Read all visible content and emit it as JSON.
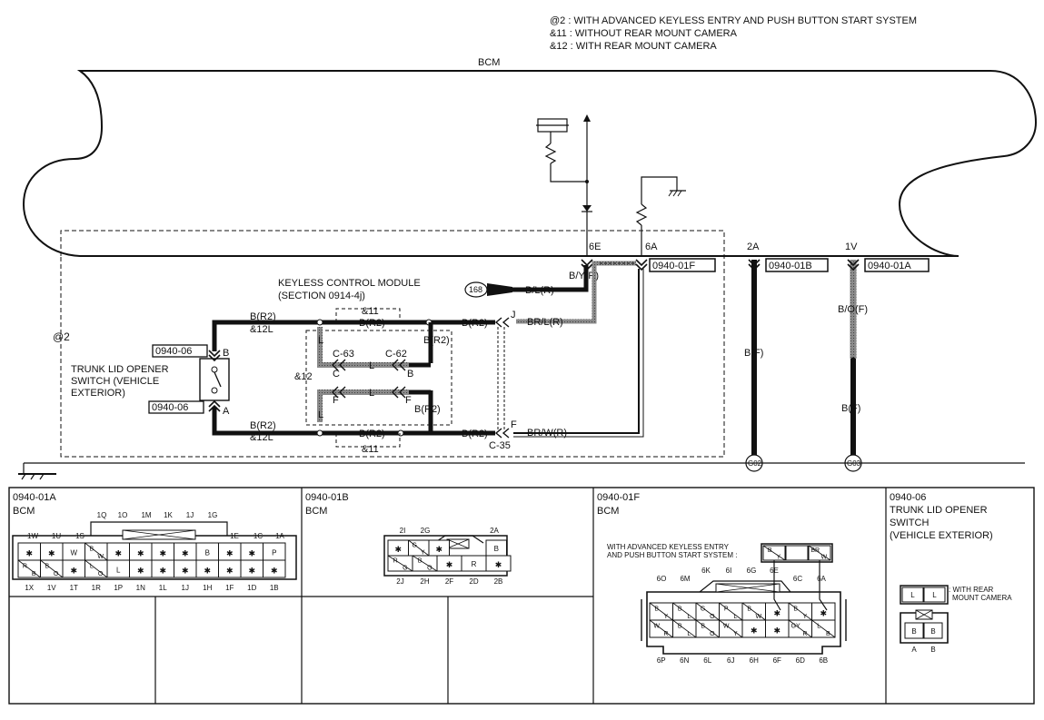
{
  "notes": {
    "n1": "@2 : WITH ADVANCED KEYLESS ENTRY AND PUSH BUTTON START SYSTEM",
    "n2": "&11 : WITHOUT REAR MOUNT CAMERA",
    "n3": "&12 : WITH REAR MOUNT CAMERA"
  },
  "bcm_label": "BCM",
  "pins": {
    "p6e": "6E",
    "p6a": "6A",
    "p2a": "2A",
    "p1v": "1V"
  },
  "conn_tags": {
    "c01f": "0940-01F",
    "c01b": "0940-01B",
    "c01a": "0940-01A",
    "c06a": "0940-06",
    "c06b": "0940-06"
  },
  "wires": {
    "by_r": "B/Y(R)",
    "bl_r": "B/L(R)",
    "brl_r": "BR/L(R)",
    "brw_r": "BR/W(R)",
    "br2": "B(R2)",
    "amp12l": "&12L",
    "amp11": "&11",
    "amp12": "&12",
    "bf": "B(F)",
    "bof": "B/O(F)",
    "L": "L",
    "C": "C",
    "F": "F",
    "B": "B",
    "J": "J",
    "A": "A"
  },
  "module": {
    "line1": "KEYLESS CONTROL MODULE",
    "line2": "(SECTION 0914-4j)",
    "ref": "168"
  },
  "jc": {
    "c63": "C-63",
    "c62": "C-62",
    "c35": "C-35"
  },
  "switch": {
    "line1": "TRUNK LID OPENER",
    "line2": "SWITCH (VEHICLE",
    "line3": "EXTERIOR)"
  },
  "at2": "@2",
  "grounds": {
    "g02": "G02",
    "g03": "G03"
  },
  "panels": {
    "p1": {
      "id": "0940-01A",
      "name": "BCM",
      "top_pins": [
        "1Q",
        "1O",
        "1M",
        "1K",
        "1J",
        "1G"
      ],
      "side_pins": [
        "1W",
        "1U",
        "1S",
        "1E",
        "1C",
        "1A"
      ],
      "bottom_pins": [
        "1X",
        "1V",
        "1T",
        "1R",
        "1P",
        "1N",
        "1L",
        "1J",
        "1H",
        "1F",
        "1D",
        "1B"
      ],
      "row1": [
        "*",
        "*",
        "W",
        "B/W",
        "*",
        "*",
        "*",
        "*",
        "B",
        "*",
        "*",
        "P"
      ],
      "row2": [
        "R/B",
        "B/O",
        "*",
        "L/O",
        "L",
        "*",
        "*",
        "*",
        "*",
        "*",
        "*",
        "*"
      ]
    },
    "p2": {
      "id": "0940-01B",
      "name": "BCM",
      "top_pins": [
        "2I",
        "2G",
        "2A"
      ],
      "bottom_pins": [
        "2J",
        "2H",
        "2F",
        "2D",
        "2B"
      ],
      "row1": [
        "*",
        "G/Y",
        "*",
        "",
        "",
        "B"
      ],
      "row2": [
        "R/G",
        "B/O",
        "*",
        "R",
        "*"
      ]
    },
    "p3": {
      "id": "0940-01F",
      "name": "BCM",
      "note1": "WITH ADVANCED KEYLESS ENTRY",
      "note2": "AND PUSH BUTTON START SYSTEM :",
      "legend": [
        "B/Y",
        "",
        "BR/W"
      ],
      "top_pins": [
        "6K",
        "6I",
        "6G",
        "6E"
      ],
      "side_pins": [
        "6O",
        "6M",
        "6C",
        "6A"
      ],
      "bottom_pins": [
        "6P",
        "6N",
        "6L",
        "6J",
        "6H",
        "6F",
        "6D",
        "6B"
      ],
      "row1": [
        "B/Y",
        "B/L",
        "G/O",
        "P/L",
        "B/W",
        "*",
        "B/Y",
        "*"
      ],
      "row2": [
        "W/R",
        "B/L",
        "B/O",
        "W/Y",
        "*",
        "*",
        "GY/R",
        "L/B"
      ]
    },
    "p4": {
      "id": "0940-06",
      "name_l1": "TRUNK LID OPENER",
      "name_l2": "SWITCH",
      "name_l3": "(VEHICLE EXTERIOR)",
      "cam_l1": ": WITH REAR",
      "cam_l2": "MOUNT CAMERA",
      "cam_cells": [
        "L",
        "L"
      ],
      "cells": [
        "B",
        "B"
      ],
      "pins": [
        "A",
        "B"
      ]
    }
  }
}
